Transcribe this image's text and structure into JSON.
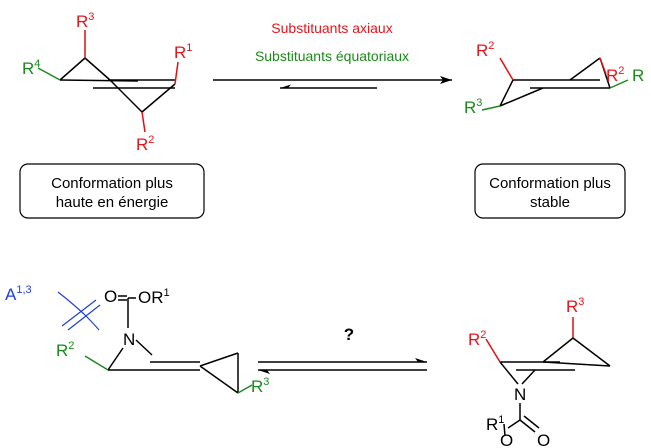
{
  "colors": {
    "axial": "#e8141a",
    "equatorial": "#1a8a1a",
    "strain": "#1f3fd6",
    "bond": "#000000"
  },
  "top_scheme": {
    "arrow_label_axial": "Substituants axiaux",
    "arrow_label_equatorial": "Substituants équatoriaux",
    "left_labels": {
      "r3": "R",
      "r3_sup": "3",
      "r4": "R",
      "r4_sup": "4",
      "r1": "R",
      "r1_sup": "1",
      "r2": "R",
      "r2_sup": "2"
    },
    "right_labels": {
      "r2a": "R",
      "r2a_sup": "2",
      "r2b": "R",
      "r2b_sup": "2",
      "r": "R",
      "r3": "R",
      "r3_sup": "3"
    },
    "left_box": [
      "Conformation plus",
      "haute en énergie"
    ],
    "right_box": [
      "Conformation plus",
      "stable"
    ]
  },
  "bottom_scheme": {
    "strain_label": "A",
    "strain_sup": "1,3",
    "question": "?",
    "left_labels": {
      "o": "O",
      "or1": "OR",
      "or1_sup": "1",
      "n": "N",
      "r2": "R",
      "r2_sup": "2",
      "r3": "R",
      "r3_sup": "3"
    },
    "right_labels": {
      "r3": "R",
      "r3_sup": "3",
      "r2": "R",
      "r2_sup": "2",
      "n": "N",
      "r1": "R",
      "r1_sup": "1",
      "o_ester": "O",
      "o_carbonyl": "O"
    }
  }
}
